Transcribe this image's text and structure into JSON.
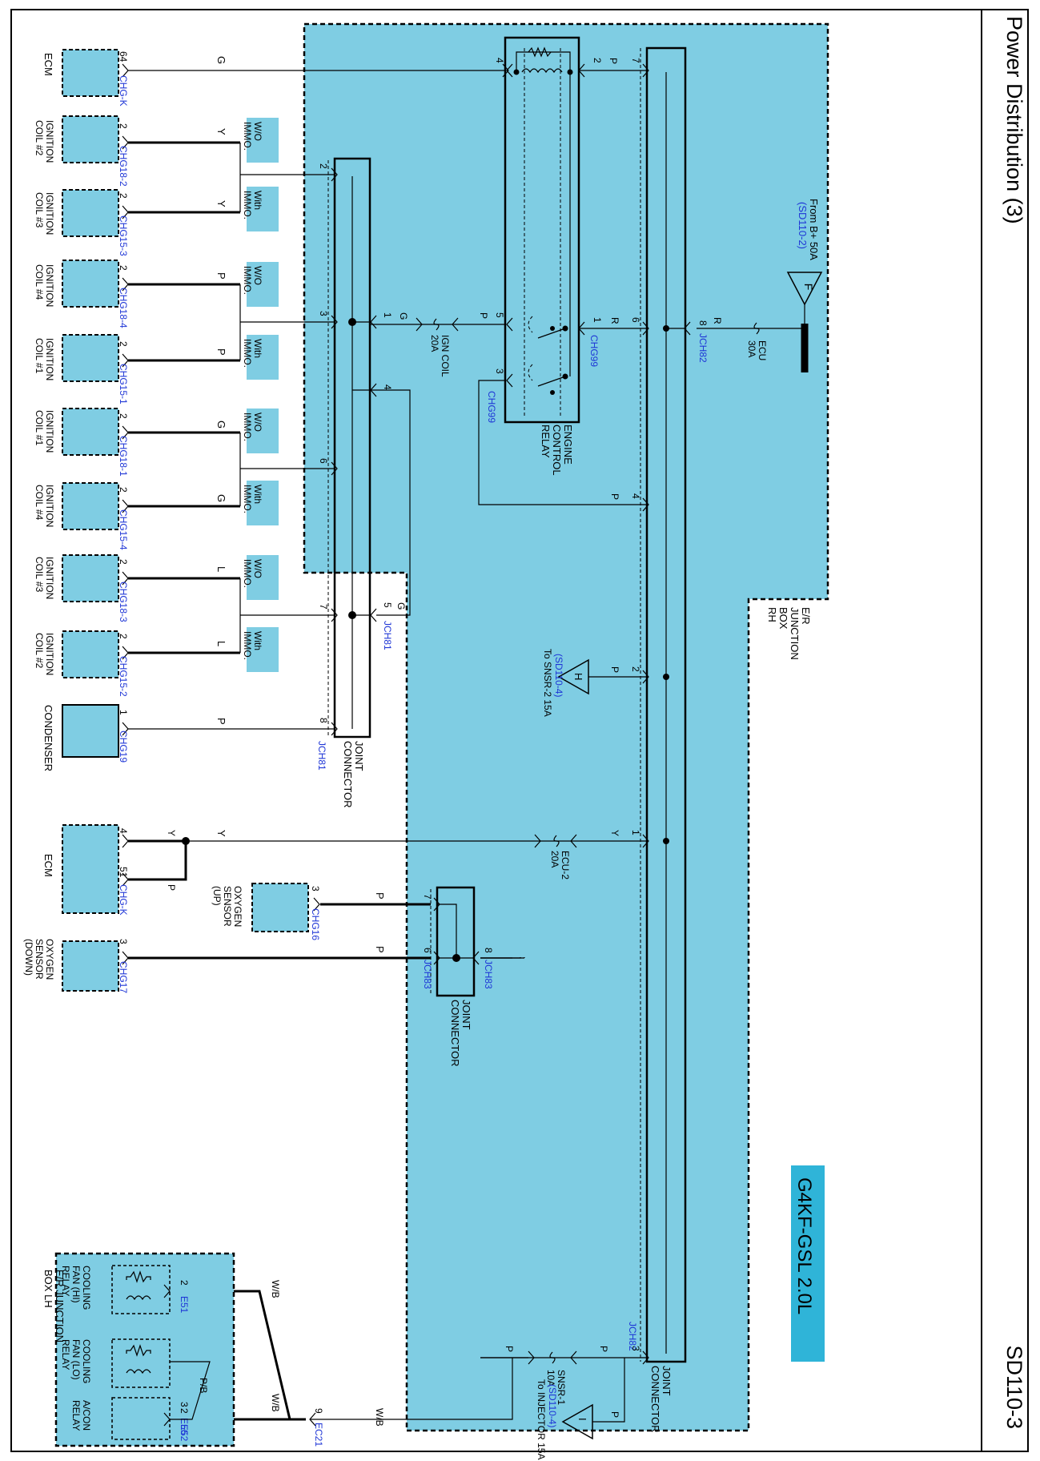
{
  "page": {
    "title": "Power Distribution (3)",
    "page_code": "SD110-3",
    "model_badge": "G4KF-GSL 2.0L"
  },
  "colors": {
    "component_fill": "#7fcde3",
    "connector_text": "#1f36d6",
    "line": "#000000"
  },
  "junction_box_rh": {
    "name": "E/R JUNCTION BOX RH",
    "lines": [
      "E/R",
      "JUNCTION",
      "BOX",
      "RH"
    ]
  },
  "junction_box_lh": {
    "lines": [
      "E/R JUNCTION",
      "BOX LH"
    ]
  },
  "supply": {
    "from_lines": [
      "From B+ 50A",
      "(SD110-2)"
    ],
    "ref_letter": "F",
    "fuse_lines": [
      "ECU",
      "30A"
    ],
    "wire": "R",
    "pin": "8",
    "connector": "JCH82"
  },
  "relay": {
    "lines": [
      "ENGINE",
      "CONTROL",
      "RELAY"
    ],
    "connector_top": "CHG99",
    "connector_bottom": "CHG99",
    "pins": {
      "p4": "4",
      "p2": "2",
      "p5": "5",
      "p1": "1",
      "p3": "3"
    }
  },
  "jc82": {
    "lines": [
      "JOINT",
      "CONNECTOR"
    ],
    "connector": "JCH82",
    "pins": {
      "p7": "7",
      "p6": "6",
      "p4": "4",
      "p2": "2",
      "p1": "1",
      "p3": "3"
    }
  },
  "jc81": {
    "lines": [
      "JOINT",
      "CONNECTOR"
    ],
    "connector_top": "JCH81",
    "connector_bottom": "JCH81",
    "pins": {
      "p2": "2",
      "p3": "3",
      "p1": "1",
      "p4": "4",
      "p6": "6",
      "p7": "7",
      "p5": "5",
      "p8": "8"
    }
  },
  "jc83": {
    "lines": [
      "JOINT",
      "CONNECTOR"
    ],
    "connector_left": "JCH83",
    "connector_right": "JCH83",
    "pins": {
      "p7": "7",
      "p6": "6",
      "p8": "8"
    }
  },
  "fuses": {
    "ign_coil_lines": [
      "IGN COIL",
      "20A"
    ],
    "ecu2_lines": [
      "ECU-2",
      "20A"
    ],
    "snsr1_lines": [
      "SNSR-1",
      "10A"
    ]
  },
  "refs": {
    "h": {
      "letter": "H",
      "lines": [
        "To SNSR-2 15A",
        "(SD110-4)"
      ]
    },
    "i": {
      "letter": "I",
      "lines": [
        "To INJECTOR 15A",
        "(SD110-4)"
      ]
    }
  },
  "wires": {
    "g": "G",
    "y": "Y",
    "p": "P",
    "r": "R",
    "l": "L",
    "wb": "W/B",
    "pb": "P/B"
  },
  "immo": {
    "without": [
      "W/O",
      "IMMO."
    ],
    "with": [
      "With",
      "IMMO."
    ]
  },
  "components": [
    {
      "lines": [
        "ECM"
      ],
      "pin": "64",
      "connector": "CHG-K"
    },
    {
      "lines": [
        "IGNITION",
        "COIL #2"
      ],
      "pin": "2",
      "connector": "CHG18-2"
    },
    {
      "lines": [
        "IGNITION",
        "COIL #3"
      ],
      "pin": "2",
      "connector": "CHG15-3"
    },
    {
      "lines": [
        "IGNITION",
        "COIL #4"
      ],
      "pin": "2",
      "connector": "CHG18-4"
    },
    {
      "lines": [
        "IGNITION",
        "COIL #1"
      ],
      "pin": "2",
      "connector": "CHG15-1"
    },
    {
      "lines": [
        "IGNITION",
        "COIL #1"
      ],
      "pin": "2",
      "connector": "CHG18-1"
    },
    {
      "lines": [
        "IGNITION",
        "COIL #4"
      ],
      "pin": "2",
      "connector": "CHG15-4"
    },
    {
      "lines": [
        "IGNITION",
        "COIL #3"
      ],
      "pin": "2",
      "connector": "CHG18-3"
    },
    {
      "lines": [
        "IGNITION",
        "COIL #2"
      ],
      "pin": "2",
      "connector": "CHG15-2"
    },
    {
      "lines": [
        "CONDENSER"
      ],
      "pin": "1",
      "connector": "CHG19"
    },
    {
      "lines": [
        "ECM"
      ],
      "pin": "4",
      "pin2": "51",
      "connector": "CHG-K"
    },
    {
      "lines": [
        "OXYGEN",
        "SENSOR",
        "(UP)"
      ],
      "pin": "3",
      "connector": "CHG16"
    },
    {
      "lines": [
        "OXYGEN",
        "SENSOR",
        "(DOWN)"
      ],
      "pin": "3",
      "connector": "CHG17"
    }
  ],
  "fan_relays": [
    {
      "lines": [
        "COOLING",
        "FAN (HI)",
        "RELAY"
      ],
      "pin": "2",
      "connector": "E51"
    },
    {
      "lines": [
        "COOLING",
        "FAN (LO)",
        "RELAY"
      ],
      "pin": "2",
      "connector": "E52"
    },
    {
      "lines": [
        "A/CON",
        "RELAY"
      ],
      "pin": "3",
      "connector": "E56"
    }
  ],
  "ec21": {
    "pin": "9",
    "connector": "EC21"
  }
}
